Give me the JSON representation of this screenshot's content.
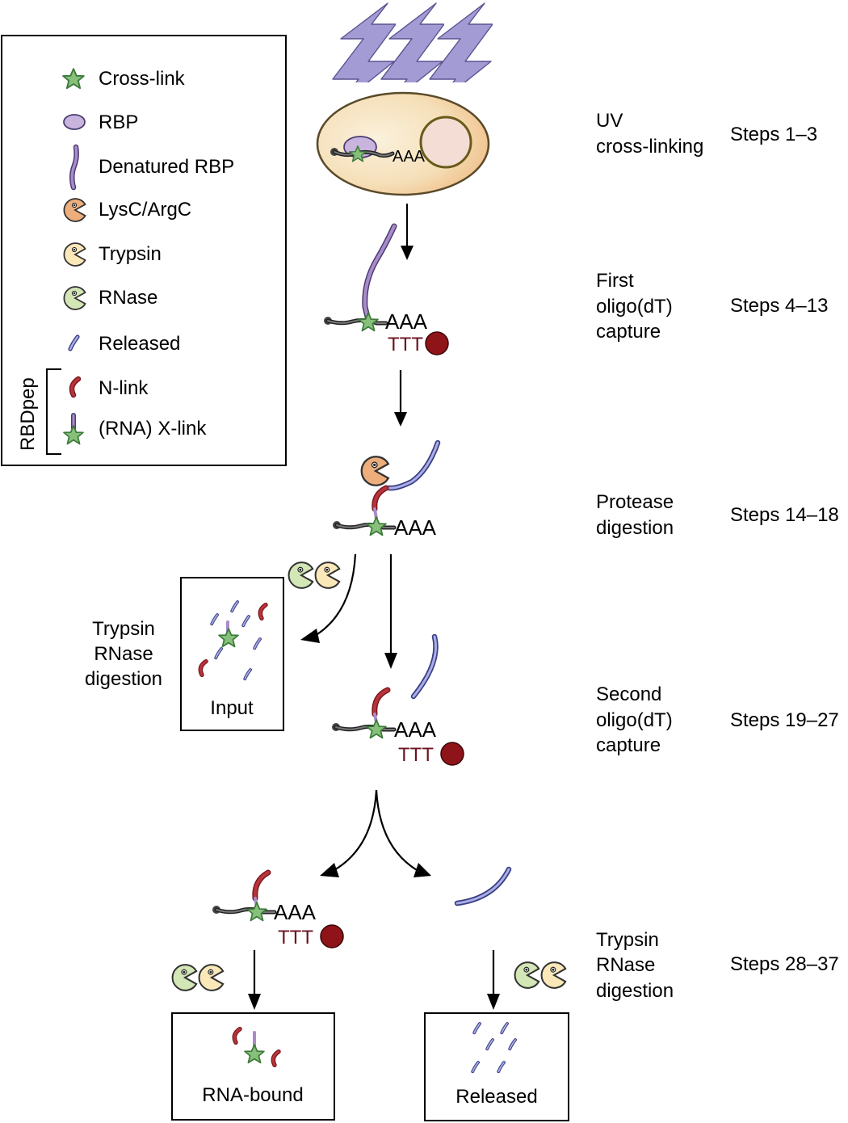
{
  "legend": {
    "items": [
      {
        "icon": "cross-link-star",
        "label": "Cross-link"
      },
      {
        "icon": "rbp-oval",
        "label": "RBP"
      },
      {
        "icon": "denatured-rbp-strand",
        "label": "Denatured RBP"
      },
      {
        "icon": "lysc-argc-pacman",
        "label": "LysC/ArgC"
      },
      {
        "icon": "trypsin-pacman",
        "label": "Trypsin"
      },
      {
        "icon": "rnase-pacman",
        "label": "RNase"
      },
      {
        "icon": "released-peptide",
        "label": "Released"
      },
      {
        "icon": "n-link-peptide",
        "label": "N-link"
      },
      {
        "icon": "x-link-peptide",
        "label": "(RNA) X-link"
      }
    ],
    "group_label": "RBDpep"
  },
  "molecule": {
    "polyA": "AAA",
    "oligo_dT": "TTT"
  },
  "stages": [
    {
      "name": "UV cross-linking",
      "lines": [
        "UV",
        "cross-linking"
      ],
      "steps": "Steps 1–3"
    },
    {
      "name": "First oligo(dT) capture",
      "lines": [
        "First",
        "oligo(dT)",
        "capture"
      ],
      "steps": "Steps 4–13"
    },
    {
      "name": "Protease digestion",
      "lines": [
        "Protease",
        "digestion"
      ],
      "steps": "Steps 14–18"
    },
    {
      "name": "Second oligo(dT) capture",
      "lines": [
        "Second",
        "oligo(dT)",
        "capture"
      ],
      "steps": "Steps 19–27"
    },
    {
      "name": "Trypsin RNase digestion",
      "lines": [
        "Trypsin",
        "RNase",
        "digestion"
      ],
      "steps": "Steps 28–37"
    }
  ],
  "side_label": {
    "lines": [
      "Trypsin",
      "RNase",
      "digestion"
    ]
  },
  "boxes": {
    "input": "Input",
    "rna_bound": "RNA-bound",
    "released": "Released"
  },
  "colors": {
    "bolt": "#a39bd3",
    "rbp": "#c9b4dd",
    "denatured_rbp": "#a98bc9",
    "lysc": "#eeae7b",
    "trypsin": "#fbe8b9",
    "rnase": "#d3e6b5",
    "released": "#8f97d6",
    "n_link": "#a8252c",
    "star": "#86c07a",
    "bead": "#8f1419",
    "ttt": "#6b1220",
    "cell": "#f5e5c2",
    "nucleus": "#f3ddd5"
  }
}
